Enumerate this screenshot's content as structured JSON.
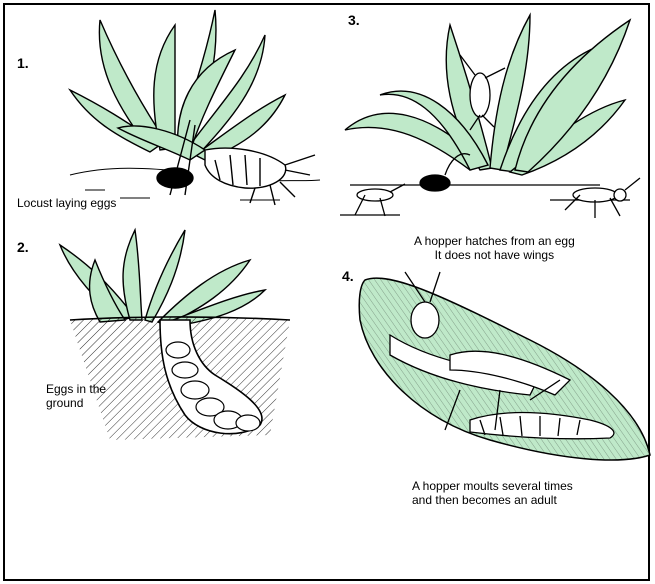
{
  "colors": {
    "leaf_fill": "#bfe9c9",
    "ink": "#000000",
    "background": "#ffffff"
  },
  "panels": [
    {
      "number": "1.",
      "caption": [
        "Locust laying eggs"
      ]
    },
    {
      "number": "2.",
      "caption": [
        "Eggs in the",
        "ground"
      ]
    },
    {
      "number": "3.",
      "caption": [
        "A hopper hatches from an egg",
        "It does not have wings"
      ]
    },
    {
      "number": "4.",
      "caption": [
        "A hopper moults several times",
        "and then becomes an adult"
      ]
    }
  ]
}
